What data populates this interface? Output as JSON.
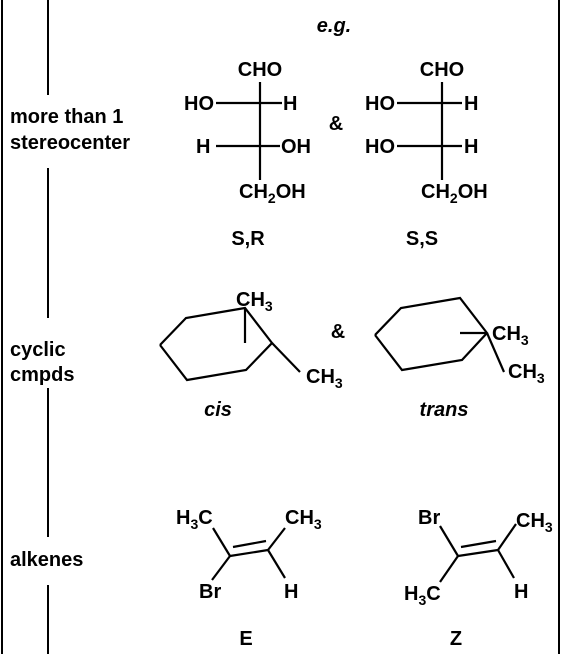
{
  "header": {
    "example_label": "e.g."
  },
  "left_labels": {
    "stereocenters": [
      "more than 1",
      "stereocenter"
    ],
    "cyclic": [
      "cyclic",
      "cmpds"
    ],
    "alkenes": "alkenes"
  },
  "conjunction": "&",
  "fischer": {
    "left": {
      "top_group": "CHO",
      "row1": {
        "left": "HO",
        "right": "H"
      },
      "row2": {
        "left": "H",
        "right": "OH"
      },
      "bottom_group": {
        "main": "CH",
        "sub": "2",
        "tail": "OH"
      },
      "config": "S,R"
    },
    "right": {
      "top_group": "CHO",
      "row1": {
        "left": "HO",
        "right": "H"
      },
      "row2": {
        "left": "HO",
        "right": "H"
      },
      "bottom_group": {
        "main": "CH",
        "sub": "2",
        "tail": "OH"
      },
      "config": "S,S"
    }
  },
  "cyclic": {
    "left": {
      "sub1": {
        "main": "CH",
        "sub": "3"
      },
      "sub2": {
        "main": "CH",
        "sub": "3"
      },
      "label": "cis"
    },
    "right": {
      "sub1": {
        "main": "CH",
        "sub": "3"
      },
      "sub2": {
        "main": "CH",
        "sub": "3"
      },
      "label": "trans"
    }
  },
  "alkenes": {
    "left": {
      "top_left": {
        "main": "H",
        "sub": "3",
        "tail": "C"
      },
      "top_right": {
        "main": "CH",
        "sub": "3"
      },
      "bottom_left": "Br",
      "bottom_right": "H",
      "config": "E"
    },
    "right": {
      "top_left": "Br",
      "top_right": {
        "main": "CH",
        "sub": "3"
      },
      "bottom_left": {
        "main": "H",
        "sub": "3",
        "tail": "C"
      },
      "bottom_right": "H",
      "config": "Z"
    }
  }
}
